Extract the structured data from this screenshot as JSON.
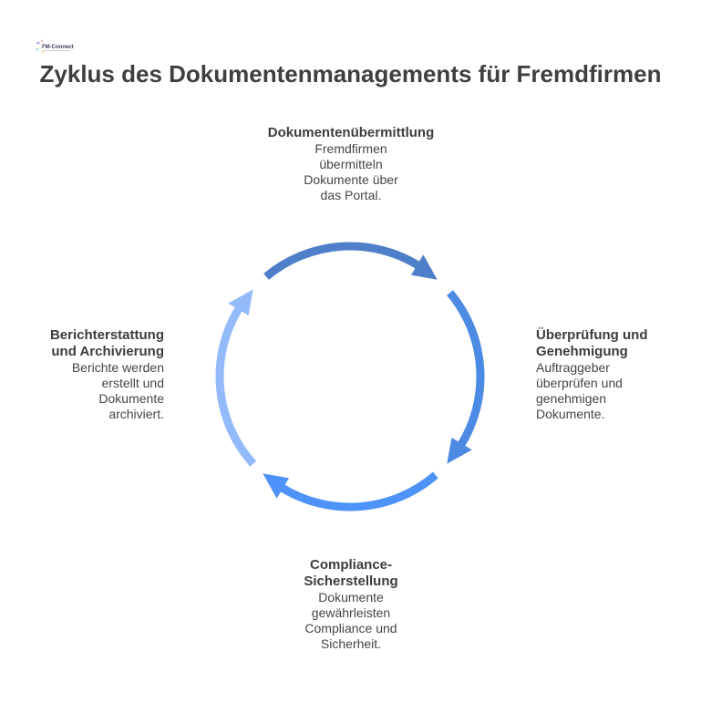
{
  "logo": {
    "text": "FM-Connect.com"
  },
  "title": "Zyklus des Dokumentenmanagements für Fremdfirmen",
  "stages": [
    {
      "title": "Dokumentenübermittlung",
      "description": "Fremdfirmen\nübermitteln\nDokumente über\ndas Portal.",
      "color": "#4f7fc9"
    },
    {
      "title": "Überprüfung und\nGenehmigung",
      "description": "Auftraggeber\nüberprüfen und\ngenehmigen\nDokumente.",
      "color": "#4d8ae4"
    },
    {
      "title": "Compliance-\nSicherstellung",
      "description": "Dokumente\ngewährleisten\nCompliance und\nSicherheit.",
      "color": "#4d93f9"
    },
    {
      "title": "Berichterstattung\nund Archivierung",
      "description": "Berichte werden\nerstellt und\nDokumente\narchiviert.",
      "color": "#93bbfb"
    }
  ]
}
